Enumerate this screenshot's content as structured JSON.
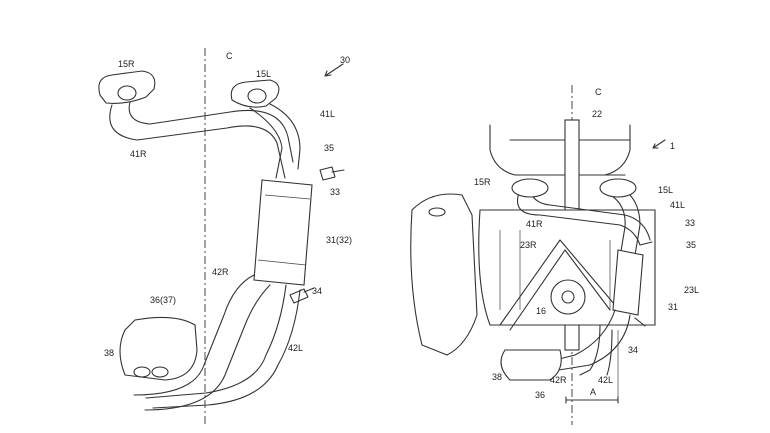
{
  "figure_left": {
    "labels": {
      "l15R": "15R",
      "lC": "C",
      "l15L": "15L",
      "l30": "30",
      "l41L": "41L",
      "l41R": "41R",
      "l35": "35",
      "l33": "33",
      "l31": "31(32)",
      "l42R": "42R",
      "l34": "34",
      "l36": "36(37)",
      "l38": "38",
      "l42L": "42L"
    }
  },
  "figure_right": {
    "labels": {
      "lC": "C",
      "l22": "22",
      "l1": "1",
      "l15R": "15R",
      "l15L": "15L",
      "l41L": "41L",
      "l33": "33",
      "l41R": "41R",
      "l23R": "23R",
      "l35": "35",
      "l16": "16",
      "l23L": "23L",
      "l31": "31",
      "l38": "38",
      "l42R": "42R",
      "l36": "36",
      "l34": "34",
      "l42L": "42L",
      "lA": "A"
    }
  }
}
